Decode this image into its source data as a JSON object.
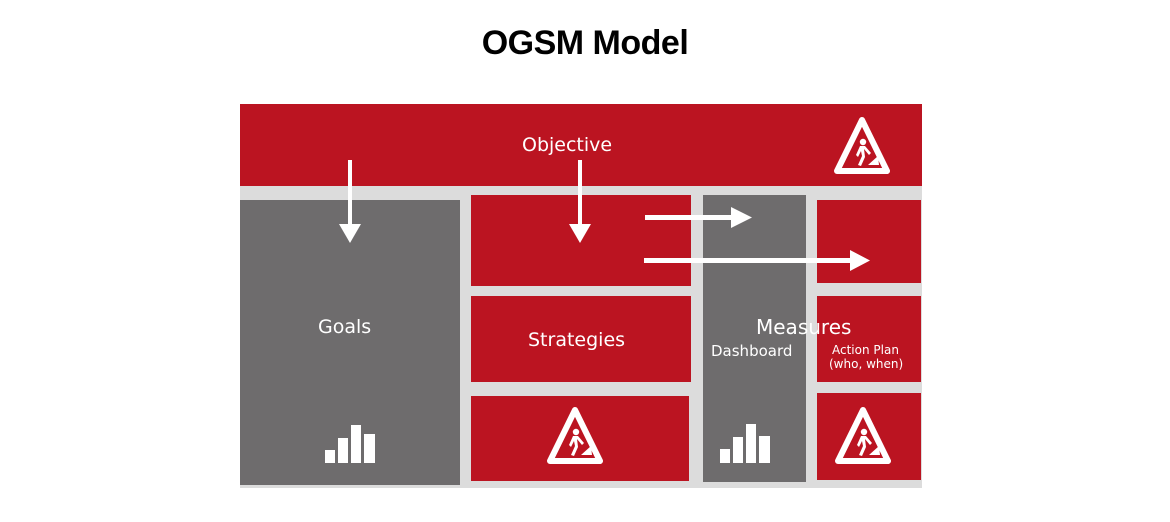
{
  "title": "OGSM Model",
  "colors": {
    "red": "#bb1421",
    "gray": "#6e6c6d",
    "light_gray": "#dcdcdc",
    "white": "#ffffff"
  },
  "blocks": {
    "objective": {
      "label": "Objective",
      "icon": "roadwork-sign-icon"
    },
    "goals": {
      "label": "Goals",
      "icon": "bar-chart-icon"
    },
    "strategies": {
      "label": "Strategies"
    },
    "strategies_bottom": {
      "icon": "roadwork-sign-icon"
    },
    "measures": {
      "label": "Measures"
    },
    "dashboard": {
      "label": "Dashboard",
      "icon": "bar-chart-icon"
    },
    "action_plan": {
      "label_line1": "Action Plan",
      "label_line2": "(who, when)",
      "icon": "roadwork-sign-icon"
    }
  },
  "arrows": [
    {
      "name": "objective-to-goals",
      "direction": "down"
    },
    {
      "name": "objective-to-strategies",
      "direction": "down"
    },
    {
      "name": "strategies-to-dashboard",
      "direction": "right"
    },
    {
      "name": "strategies-to-action-plan",
      "direction": "right"
    }
  ]
}
